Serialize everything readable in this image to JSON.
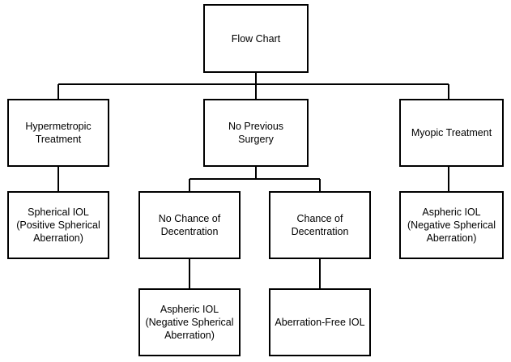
{
  "nodes": {
    "root": "Flow Chart",
    "hypermetropic": "Hypermetropic\nTreatment",
    "no_previous": "No Previous\nSurgery",
    "myopic": "Myopic Treatment",
    "spherical_iol": "Spherical IOL\n(Positive Spherical\nAberration)",
    "no_chance": "No Chance of\nDecentration",
    "chance": "Chance of\nDecentration",
    "aspheric_myopic": "Aspheric IOL\n(Negative Spherical\nAberration)",
    "aspheric_no_chance": "Aspheric IOL\n(Negative Spherical\nAberration)",
    "aberration_free": "Aberration-Free IOL"
  }
}
